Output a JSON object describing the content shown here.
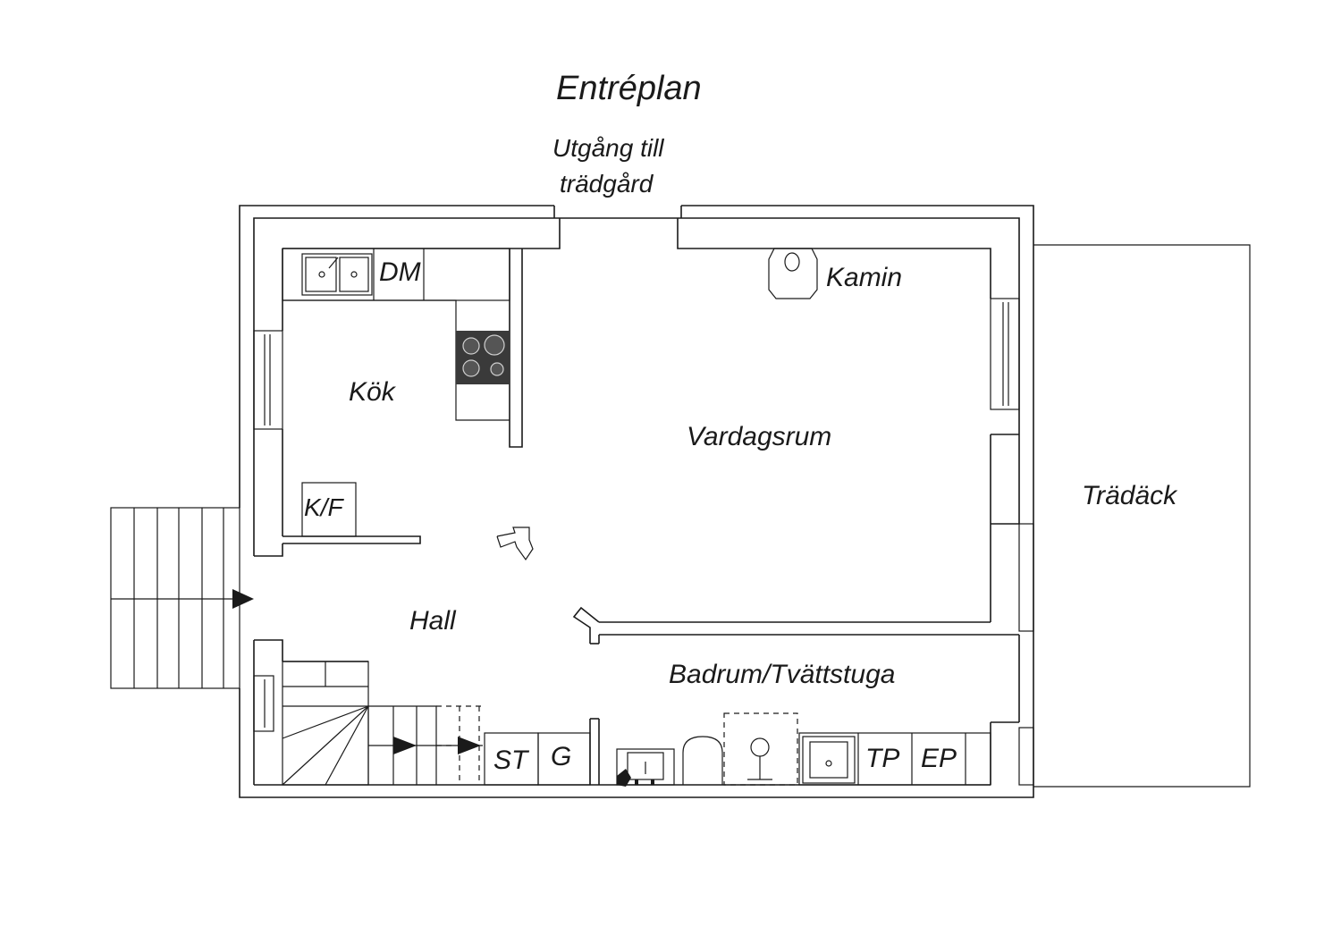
{
  "plan": {
    "title": "Entréplan",
    "exit_label_line1": "Utgång till",
    "exit_label_line2": "trädgård",
    "rooms": {
      "kitchen": "Kök",
      "living_room": "Vardagsrum",
      "hall": "Hall",
      "bathroom": "Badrum/Tvättstuga",
      "deck": "Trädäck"
    },
    "fixtures": {
      "dishwasher": "DM",
      "fireplace": "Kamin",
      "fridge_freezer": "K/F",
      "storage": "ST",
      "wardrobe": "G",
      "dryer": "TP",
      "washer": "EP"
    },
    "colors": {
      "line": "#1a1a1a",
      "stove": "#3a3a3a",
      "background": "#ffffff"
    }
  }
}
